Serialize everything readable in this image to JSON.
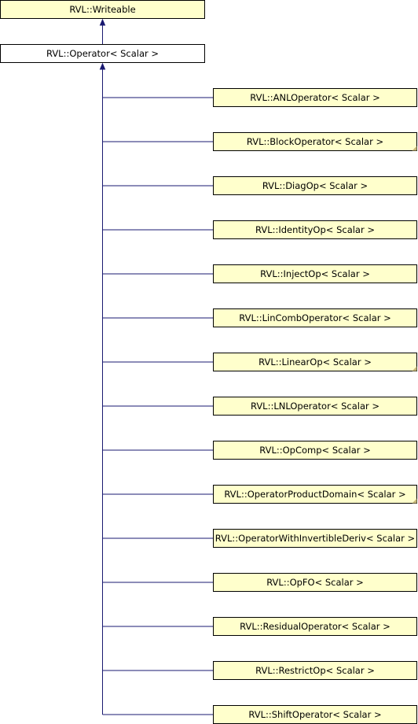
{
  "diagram": {
    "colors": {
      "node_fill": "#ffffcc",
      "focus_fill": "#ffffff",
      "edge": "#191970",
      "border": "#000000",
      "fold_marker": "#c8b87a"
    },
    "root": {
      "id": "writeable",
      "label": "RVL::Writeable"
    },
    "focus": {
      "id": "operator",
      "label": "RVL::Operator< Scalar >"
    },
    "children": [
      {
        "id": "anl-operator",
        "label": "RVL::ANLOperator< Scalar >",
        "has_more": false
      },
      {
        "id": "block-operator",
        "label": "RVL::BlockOperator< Scalar >",
        "has_more": true
      },
      {
        "id": "diag-op",
        "label": "RVL::DiagOp< Scalar >",
        "has_more": false
      },
      {
        "id": "identity-op",
        "label": "RVL::IdentityOp< Scalar >",
        "has_more": false
      },
      {
        "id": "inject-op",
        "label": "RVL::InjectOp< Scalar >",
        "has_more": false
      },
      {
        "id": "lincomb-operator",
        "label": "RVL::LinCombOperator< Scalar >",
        "has_more": false
      },
      {
        "id": "linear-op",
        "label": "RVL::LinearOp< Scalar >",
        "has_more": true
      },
      {
        "id": "lnl-operator",
        "label": "RVL::LNLOperator< Scalar >",
        "has_more": false
      },
      {
        "id": "op-comp",
        "label": "RVL::OpComp< Scalar >",
        "has_more": false
      },
      {
        "id": "operator-product-domain",
        "label": "RVL::OperatorProductDomain< Scalar >",
        "has_more": true
      },
      {
        "id": "operator-with-invertible-deriv",
        "label": "RVL::OperatorWithInvertibleDeriv< Scalar >",
        "has_more": false
      },
      {
        "id": "op-fo",
        "label": "RVL::OpFO< Scalar >",
        "has_more": false
      },
      {
        "id": "residual-operator",
        "label": "RVL::ResidualOperator< Scalar >",
        "has_more": false
      },
      {
        "id": "restrict-op",
        "label": "RVL::RestrictOp< Scalar >",
        "has_more": false
      },
      {
        "id": "shift-operator",
        "label": "RVL::ShiftOperator< Scalar >",
        "has_more": false
      }
    ]
  }
}
